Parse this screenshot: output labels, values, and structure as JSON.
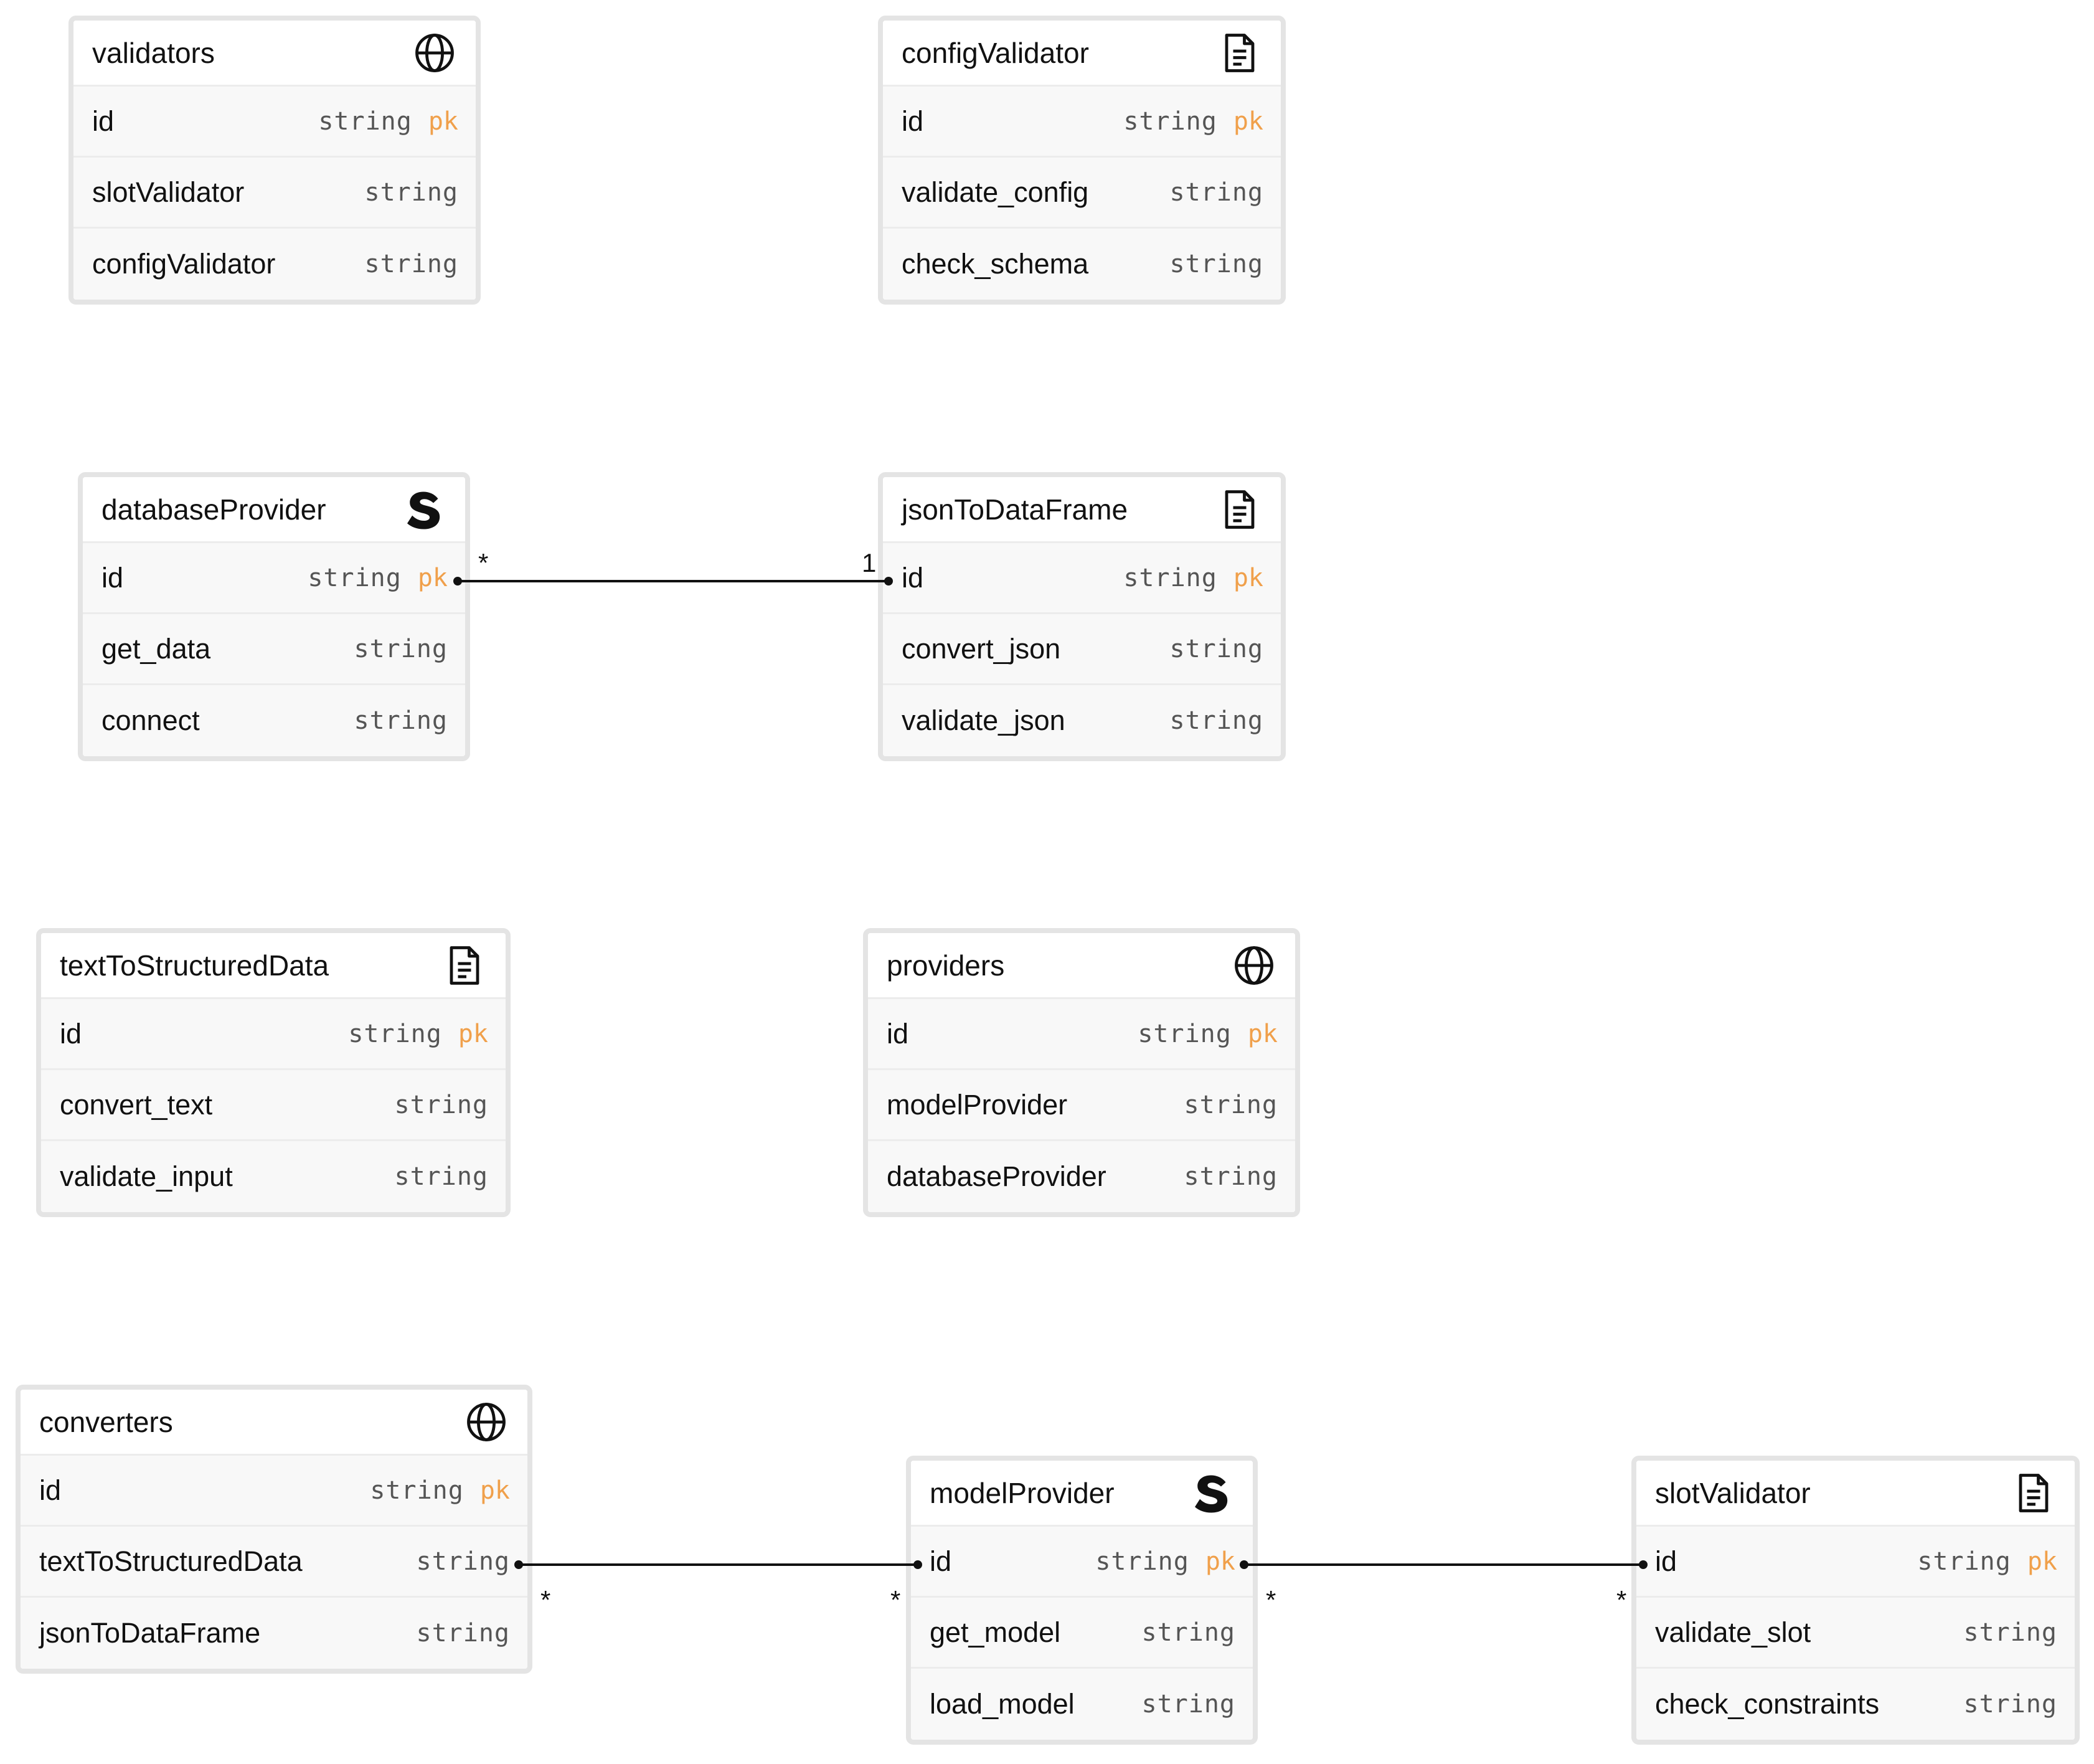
{
  "colors": {
    "border": "#e4e4e4",
    "row_bg": "#f8f8f8",
    "pk": "#f0a04b",
    "type_text": "#555555",
    "line": "#111111"
  },
  "entities": [
    {
      "id": "validators",
      "title": "validators",
      "icon": "globe-icon",
      "fields": [
        {
          "name": "id",
          "type": "string",
          "key": "pk"
        },
        {
          "name": "slotValidator",
          "type": "string",
          "key": ""
        },
        {
          "name": "configValidator",
          "type": "string",
          "key": ""
        }
      ]
    },
    {
      "id": "configValidator",
      "title": "configValidator",
      "icon": "document-icon",
      "fields": [
        {
          "name": "id",
          "type": "string",
          "key": "pk"
        },
        {
          "name": "validate_config",
          "type": "string",
          "key": ""
        },
        {
          "name": "check_schema",
          "type": "string",
          "key": ""
        }
      ]
    },
    {
      "id": "databaseProvider",
      "title": "databaseProvider",
      "icon": "s-logo-icon",
      "fields": [
        {
          "name": "id",
          "type": "string",
          "key": "pk"
        },
        {
          "name": "get_data",
          "type": "string",
          "key": ""
        },
        {
          "name": "connect",
          "type": "string",
          "key": ""
        }
      ]
    },
    {
      "id": "jsonToDataFrame",
      "title": "jsonToDataFrame",
      "icon": "document-icon",
      "fields": [
        {
          "name": "id",
          "type": "string",
          "key": "pk"
        },
        {
          "name": "convert_json",
          "type": "string",
          "key": ""
        },
        {
          "name": "validate_json",
          "type": "string",
          "key": ""
        }
      ]
    },
    {
      "id": "textToStructuredData",
      "title": "textToStructuredData",
      "icon": "document-icon",
      "fields": [
        {
          "name": "id",
          "type": "string",
          "key": "pk"
        },
        {
          "name": "convert_text",
          "type": "string",
          "key": ""
        },
        {
          "name": "validate_input",
          "type": "string",
          "key": ""
        }
      ]
    },
    {
      "id": "providers",
      "title": "providers",
      "icon": "globe-icon",
      "fields": [
        {
          "name": "id",
          "type": "string",
          "key": "pk"
        },
        {
          "name": "modelProvider",
          "type": "string",
          "key": ""
        },
        {
          "name": "databaseProvider",
          "type": "string",
          "key": ""
        }
      ]
    },
    {
      "id": "converters",
      "title": "converters",
      "icon": "globe-icon",
      "fields": [
        {
          "name": "id",
          "type": "string",
          "key": "pk"
        },
        {
          "name": "textToStructuredData",
          "type": "string",
          "key": ""
        },
        {
          "name": "jsonToDataFrame",
          "type": "string",
          "key": ""
        }
      ]
    },
    {
      "id": "modelProvider",
      "title": "modelProvider",
      "icon": "s-logo-icon",
      "fields": [
        {
          "name": "id",
          "type": "string",
          "key": "pk"
        },
        {
          "name": "get_model",
          "type": "string",
          "key": ""
        },
        {
          "name": "load_model",
          "type": "string",
          "key": ""
        }
      ]
    },
    {
      "id": "slotValidator",
      "title": "slotValidator",
      "icon": "document-icon",
      "fields": [
        {
          "name": "id",
          "type": "string",
          "key": "pk"
        },
        {
          "name": "validate_slot",
          "type": "string",
          "key": ""
        },
        {
          "name": "check_constraints",
          "type": "string",
          "key": ""
        }
      ]
    }
  ],
  "relationships": [
    {
      "from": "databaseProvider.id",
      "to": "jsonToDataFrame.id",
      "from_card": "*",
      "to_card": "1"
    },
    {
      "from": "converters.textToStructuredData",
      "to": "modelProvider.id",
      "from_card": "*",
      "to_card": "*"
    },
    {
      "from": "modelProvider.id",
      "to": "slotValidator.id",
      "from_card": "*",
      "to_card": "*"
    }
  ]
}
